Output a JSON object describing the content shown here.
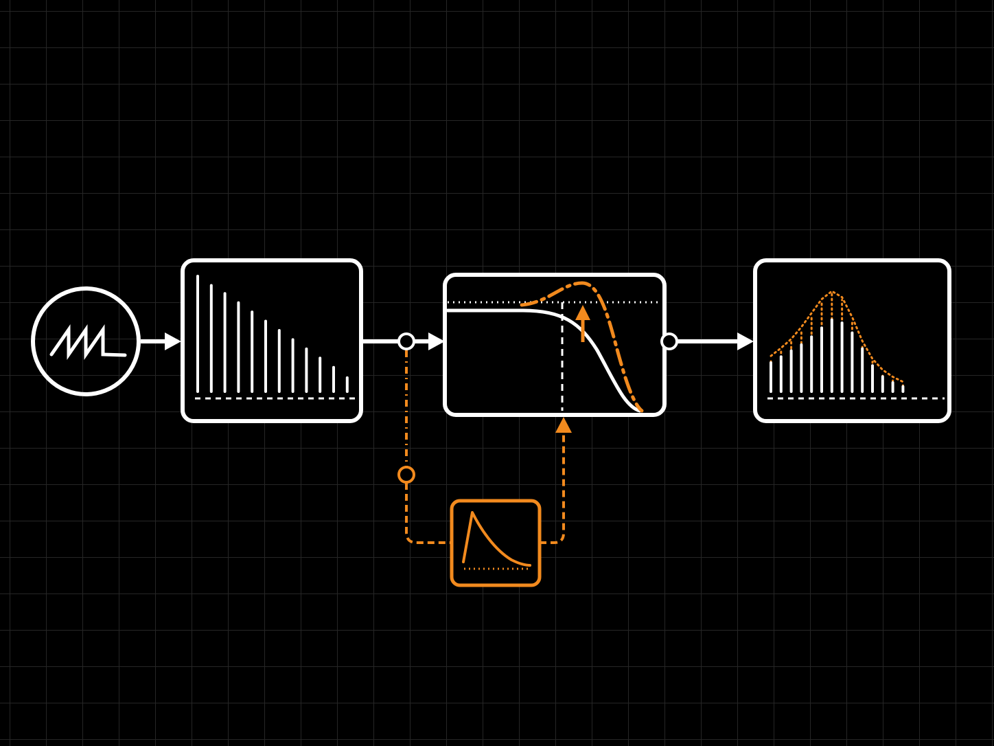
{
  "colors": {
    "background": "#000000",
    "grid": "#262626",
    "signal": "#ffffff",
    "modulation": "#f28a1e"
  },
  "nodes": {
    "oscillator": {
      "icon": "sawtooth-wave-icon"
    },
    "input_spectrum": {
      "harmonic_levels": [
        1.0,
        0.92,
        0.85,
        0.77,
        0.69,
        0.61,
        0.53,
        0.45,
        0.37,
        0.29,
        0.21,
        0.12
      ]
    },
    "filter": {
      "icon": "lowpass-response-icon"
    },
    "envelope": {
      "icon": "decay-envelope-icon"
    },
    "output_spectrum": {
      "harmonic_levels": [
        0.29,
        0.35,
        0.41,
        0.47,
        0.55,
        0.64,
        0.72,
        0.69,
        0.59,
        0.43,
        0.26,
        0.15,
        0.09,
        0.05
      ],
      "peak_levels": [
        0.33,
        0.41,
        0.5,
        0.62,
        0.76,
        0.9,
        0.98,
        0.92,
        0.72,
        0.48,
        0.3,
        0.19,
        0.12,
        0.07
      ]
    }
  },
  "connections": [
    {
      "from": "oscillator",
      "to": "input_spectrum",
      "style": "solid"
    },
    {
      "from": "input_spectrum",
      "to": "filter",
      "style": "solid"
    },
    {
      "from": "filter",
      "to": "output_spectrum",
      "style": "solid"
    },
    {
      "from": "input_spectrum",
      "to": "envelope",
      "style": "dashed"
    },
    {
      "from": "envelope",
      "to": "filter",
      "style": "dashed"
    }
  ]
}
